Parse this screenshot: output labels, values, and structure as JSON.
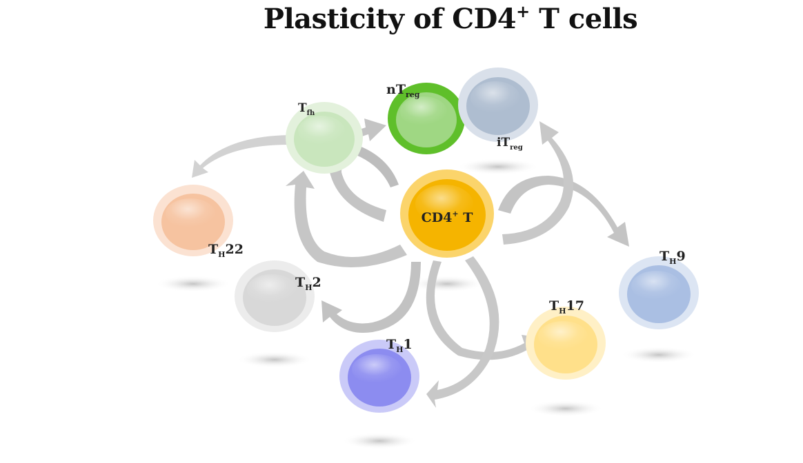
{
  "title": {
    "text": "Plasticity of CD4",
    "superscript": "+",
    "suffix": " T cells"
  },
  "center_cell": {
    "text": "CD4",
    "superscript": "+",
    "suffix": " T",
    "color": "#f5b400"
  },
  "cells": [
    {
      "id": "nTreg",
      "main": "nT",
      "sub": "reg",
      "post": "",
      "color": "#5fbf2a"
    },
    {
      "id": "iTreg",
      "main": "iT",
      "sub": "reg",
      "post": "",
      "color": "#aebdd0"
    },
    {
      "id": "Tfh",
      "main": "T",
      "sub": "fh",
      "post": "",
      "color": "#c9e6bd"
    },
    {
      "id": "TH22",
      "main": "T",
      "sub": "H",
      "post": "22",
      "color": "#f6c3a0"
    },
    {
      "id": "TH2",
      "main": "T",
      "sub": "H",
      "post": "2",
      "color": "#d8d8d8"
    },
    {
      "id": "TH1",
      "main": "T",
      "sub": "H",
      "post": "1",
      "color": "#8c8cf0"
    },
    {
      "id": "TH17",
      "main": "T",
      "sub": "H",
      "post": "17",
      "color": "#ffe08a"
    },
    {
      "id": "TH9",
      "main": "T",
      "sub": "H",
      "post": "9",
      "color": "#aabfe3"
    }
  ],
  "colors": {
    "arrow": "#c0c0c0",
    "shadow": "#d4d4d4",
    "text": "#222222"
  }
}
